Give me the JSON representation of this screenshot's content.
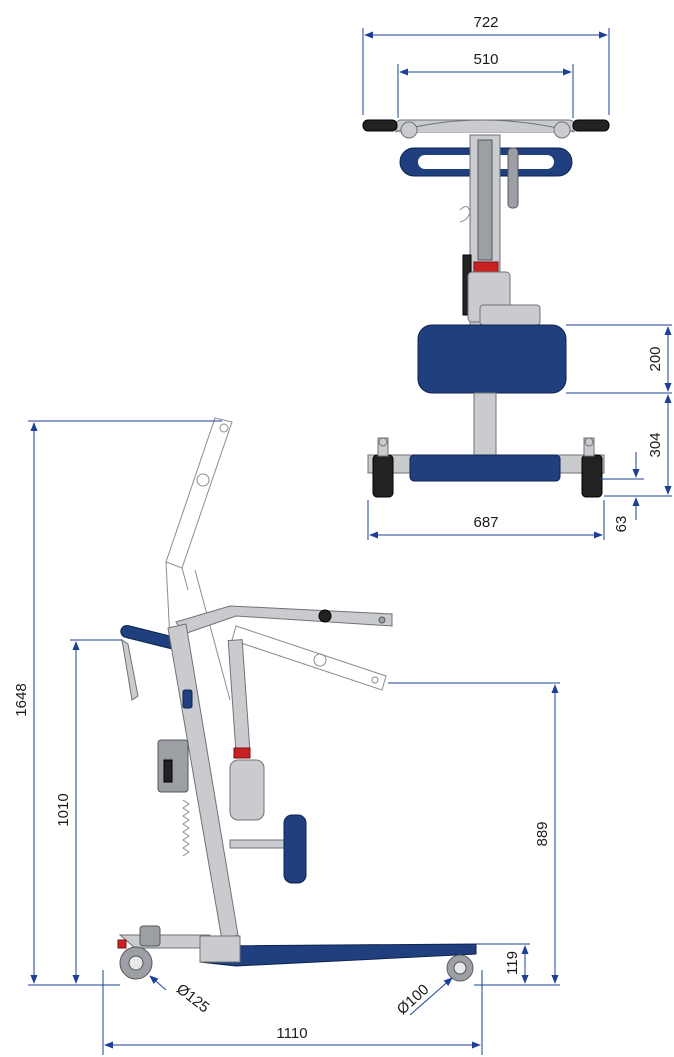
{
  "dimensions": {
    "top_width_total": "722",
    "top_handle_span": "510",
    "pad_height": "200",
    "pad_to_base": "304",
    "base_width": "687",
    "base_clearance": "63",
    "overall_height": "1648",
    "handle_height": "1010",
    "boom_height": "889",
    "leg_height": "119",
    "rear_wheel_diameter": "Ø125",
    "front_wheel_diameter": "Ø100",
    "base_length": "1110"
  },
  "colors": {
    "dimension_line": "#1d3f9a",
    "upholstery": "#1f3f7f",
    "frame": "#c9cbcf"
  }
}
